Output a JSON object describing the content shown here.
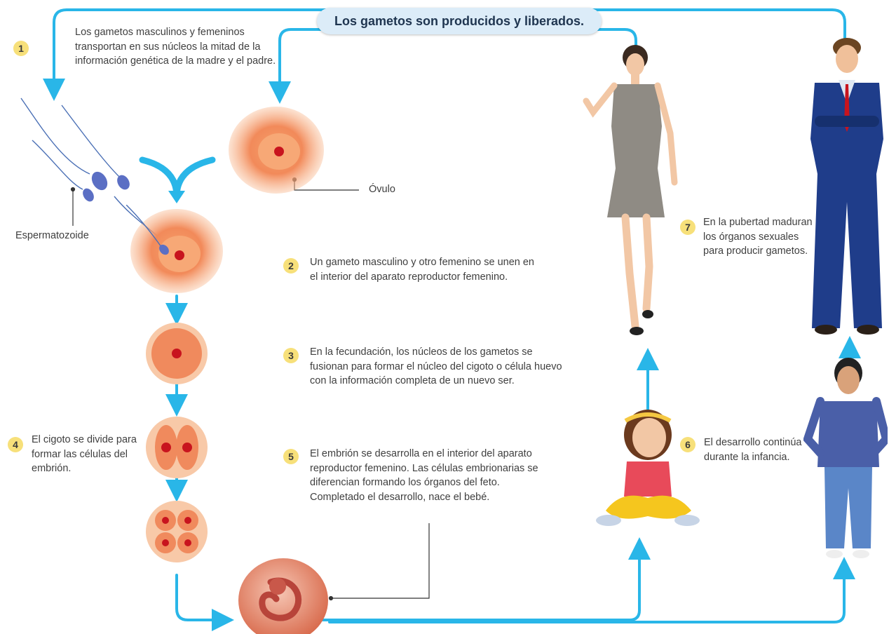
{
  "title": "Los gametos son producidos y liberados.",
  "steps": [
    {
      "number": "1",
      "text": "Los gametos masculinos y femeninos transportan en sus núcleos la mitad de la información genética de la madre y el padre."
    },
    {
      "number": "2",
      "text": "Un gameto masculino y otro femenino se unen en el interior del aparato reproductor femenino."
    },
    {
      "number": "3",
      "text": "En la fecundación, los núcleos de los gametos se fusionan para formar el núcleo del cigoto o célula huevo con la información completa de un nuevo ser."
    },
    {
      "number": "4",
      "text": "El cigoto se divide para formar las células del embrión."
    },
    {
      "number": "5",
      "text": "El embrión se desarrolla en el interior del aparato reproductor femenino. Las células embrionarias se diferencian formando los órganos del feto. Completado el desarrollo, nace el bebé."
    },
    {
      "number": "6",
      "text": "El desarrollo continúa durante la infancia."
    },
    {
      "number": "7",
      "text": "En la pubertad maduran los órganos sexuales para producir gametos."
    }
  ],
  "labels": {
    "sperm": "Espermatozoide",
    "ovum": "Óvulo"
  },
  "colors": {
    "arrow": "#29b6e8",
    "badge": "#f7e07a",
    "title_bg": "#dcecf8",
    "cell": "#f08a5d",
    "nucleus": "#c8141e"
  }
}
